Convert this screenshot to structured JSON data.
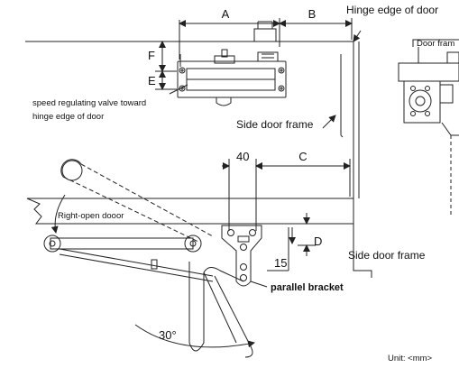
{
  "labels": {
    "dim_a": "A",
    "dim_b": "B",
    "dim_c": "C",
    "dim_d": "D",
    "dim_e": "E",
    "dim_f": "F",
    "dim_40": "40",
    "dim_15": "15",
    "hinge_edge": "Hinge edge of door",
    "door_frame_partial": "Door fram",
    "valve_note_line1": "speed regulating valve toward",
    "valve_note_line2": "hinge edge of door",
    "side_door_frame_top": "Side door frame",
    "right_open_door": "Right-open dooor",
    "side_door_frame_bottom": "Side door frame",
    "parallel_bracket": "parallel bracket",
    "angle": "30°",
    "unit": "Unit: <mm>"
  },
  "colors": {
    "line": "#222222",
    "background": "#ffffff"
  }
}
